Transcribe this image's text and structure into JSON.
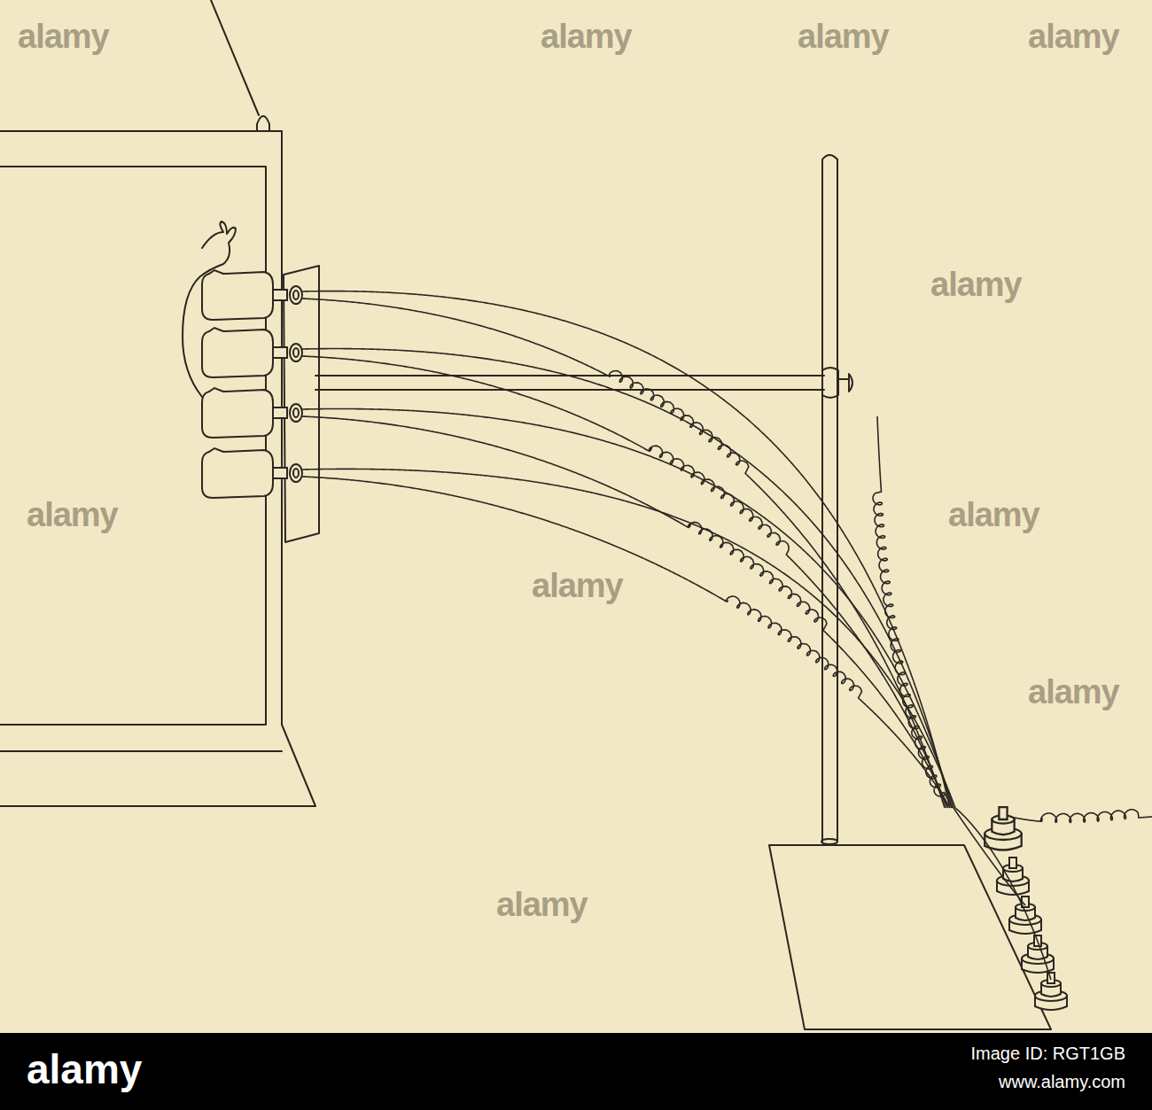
{
  "diagram": {
    "labels": [
      "alamy",
      "alamy",
      "alamy",
      "alamy",
      "alamy",
      "alamy",
      "alamy",
      "alamy",
      "alamy",
      "alamy",
      "alamy",
      "Image ID: RGT1GB",
      "www.alamy.com"
    ]
  }
}
